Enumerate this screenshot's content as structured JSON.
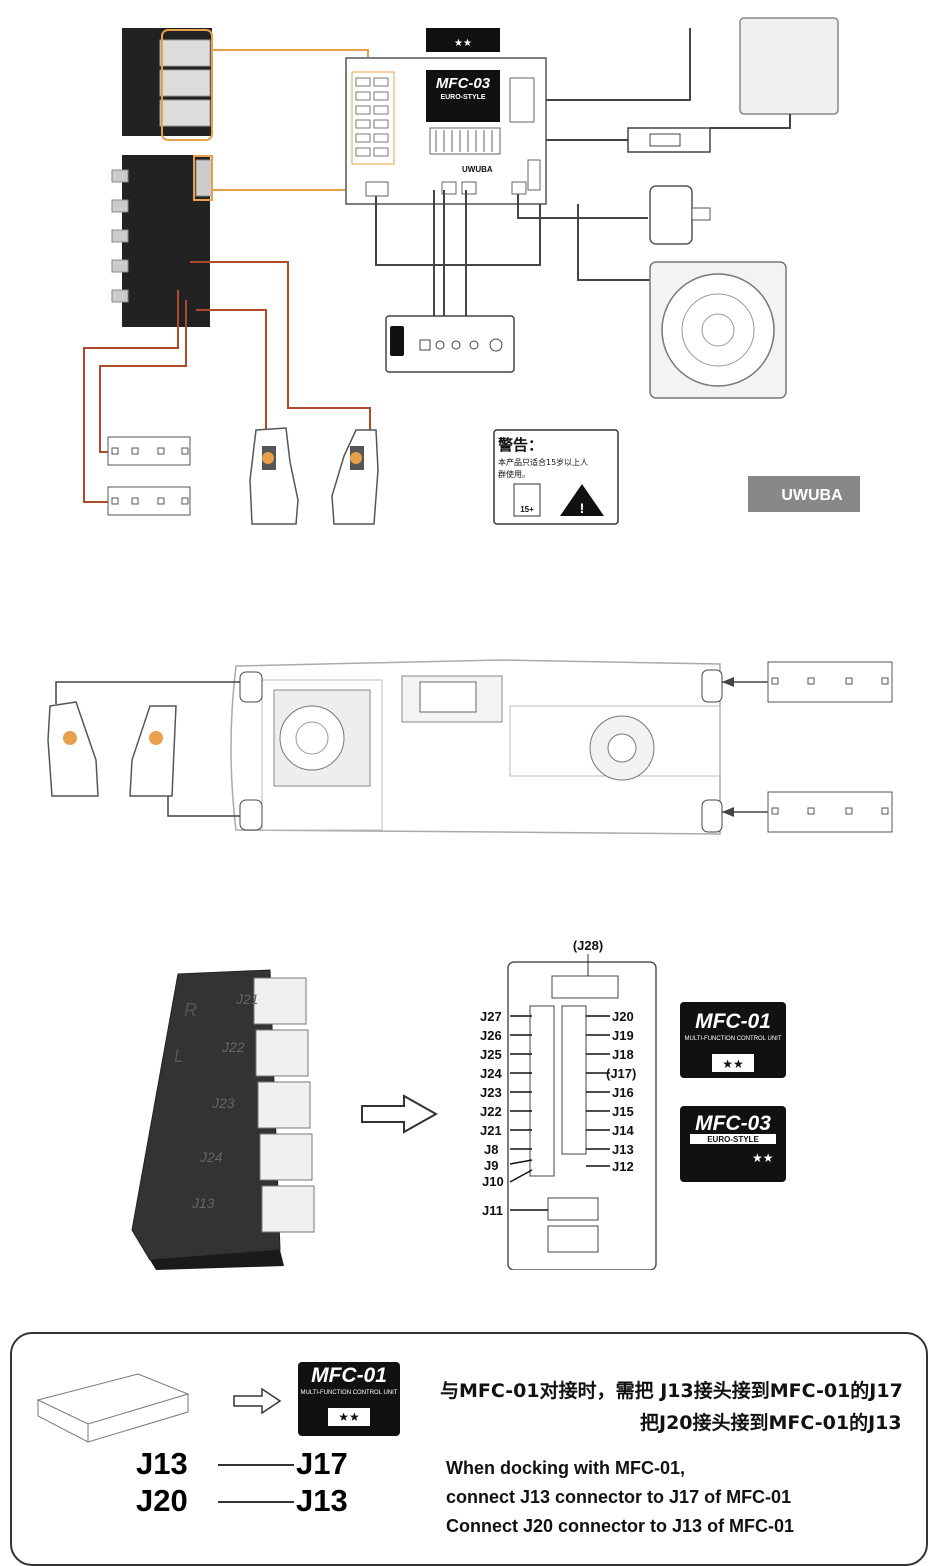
{
  "top_diagram": {
    "mfc03_label": "MFC-03",
    "mfc03_sub": "EURO-STYLE",
    "brand": "UWUBA",
    "warning_title": "警告：",
    "warning_text_1": "本产品只适合15岁以上人",
    "warning_text_2": "群使用。",
    "age_badge": "15+",
    "logo_text": "UWUBA"
  },
  "connector_diagram": {
    "module_labels": [
      "R",
      "L"
    ],
    "module_ports": [
      "J21",
      "J22",
      "J23",
      "J24",
      "J13"
    ],
    "top_header": "(J28)",
    "left_labels": [
      "J27",
      "J26",
      "J25",
      "J24",
      "J23",
      "J22",
      "J21",
      "J8",
      "J9",
      "J10",
      "J11"
    ],
    "right_labels": [
      "J20",
      "J19",
      "J18",
      "(J17)",
      "J16",
      "J15",
      "J14",
      "J13",
      "J12"
    ],
    "badge_mfc01": "MFC-01",
    "badge_mfc01_sub": "MULTI-FUNCTION CONTROL UNIT",
    "badge_mfc03": "MFC-03",
    "badge_mfc03_sub": "EURO-STYLE"
  },
  "instructions": {
    "badge": "MFC-01",
    "badge_sub": "MULTI-FUNCTION CONTROL UNIT",
    "map_left_1": "J13",
    "map_right_1": "J17",
    "map_left_2": "J20",
    "map_right_2": "J13",
    "cn_line_1": "与MFC-01对接时，需把 J13接头接到MFC-01的J17",
    "cn_line_2": "把J20接头接到MFC-01的J13",
    "en_line_1": "When docking with MFC-01,",
    "en_line_2": "connect J13 connector to J17 of MFC-01",
    "en_line_3": "Connect J20 connector to J13 of MFC-01"
  },
  "colors": {
    "orange_wire": "#e8a04a",
    "brown_wire": "#b04a28",
    "dark_wire": "#444444",
    "badge_bg": "#111111"
  }
}
